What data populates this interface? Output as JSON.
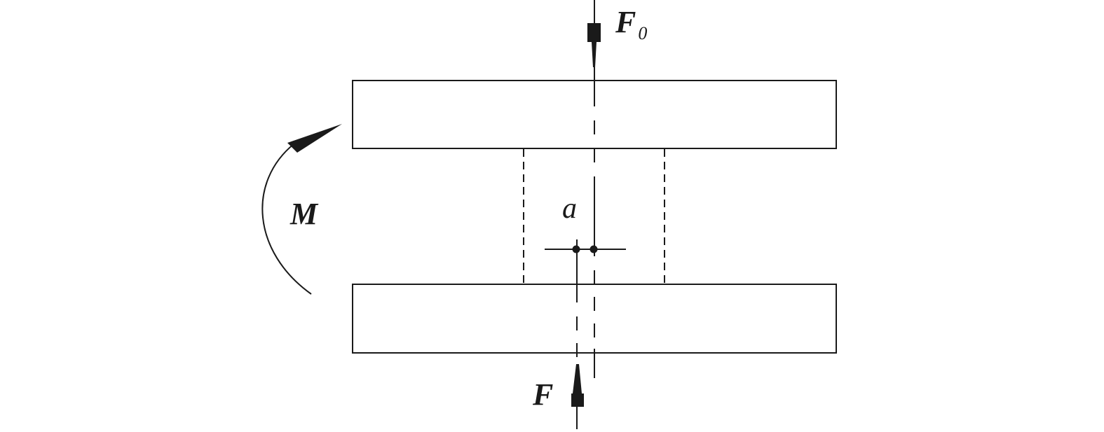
{
  "labels": {
    "top_force": "F",
    "top_force_subscript": "0",
    "bottom_force": "F",
    "moment": "M",
    "offset": "a"
  },
  "colors": {
    "line": "#1a1a1a",
    "background": "#ffffff"
  }
}
